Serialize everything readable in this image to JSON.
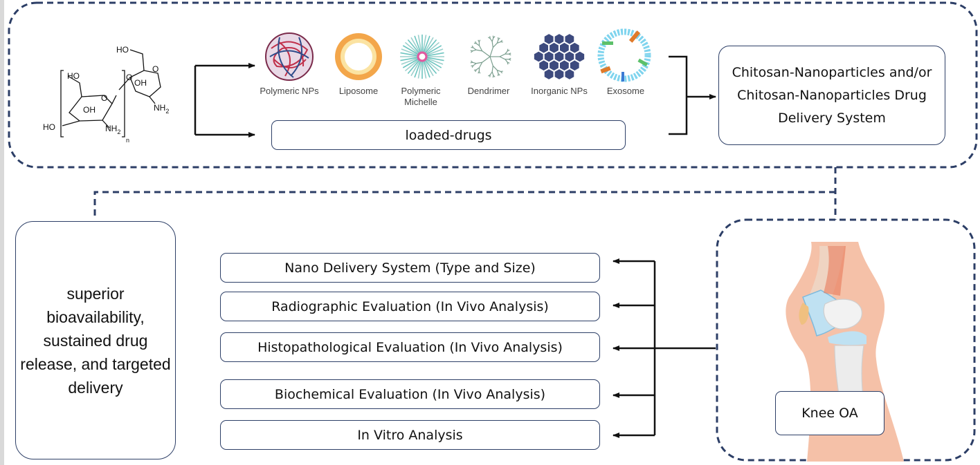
{
  "chemical": {
    "labels": [
      "HO",
      "HO",
      "O",
      "OH",
      "O",
      "OH",
      "O",
      "NH2",
      "HO",
      "NH2",
      "n"
    ]
  },
  "nanoparticles": [
    {
      "name": "Polymeric NPs",
      "icon": "polymeric-np-icon"
    },
    {
      "name": "Liposome",
      "icon": "liposome-icon"
    },
    {
      "name": "Polymeric Michelle",
      "icon": "micelle-icon"
    },
    {
      "name": "Dendrimer",
      "icon": "dendrimer-icon"
    },
    {
      "name": "Inorganic NPs",
      "icon": "inorganic-np-icon"
    },
    {
      "name": "Exosome",
      "icon": "exosome-icon"
    }
  ],
  "loaded_drugs": "loaded-drugs",
  "chitosan_system": "Chitosan-Nanoparticles and/or Chitosan-Nanoparticles Drug Delivery System",
  "benefits": "superior bioavailability, sustained drug release, and targeted delivery",
  "evaluations": [
    "Nano Delivery System (Type and Size)",
    "Radiographic Evaluation (In Vivo Analysis)",
    "Histopathological Evaluation (In Vivo Analysis)",
    "Biochemical Evaluation (In Vivo Analysis)",
    "In Vitro Analysis"
  ],
  "knee": {
    "label": "Knee OA",
    "icon": "knee-joint-icon"
  },
  "colors": {
    "dash": "#2c3e66",
    "line": "#111111"
  }
}
